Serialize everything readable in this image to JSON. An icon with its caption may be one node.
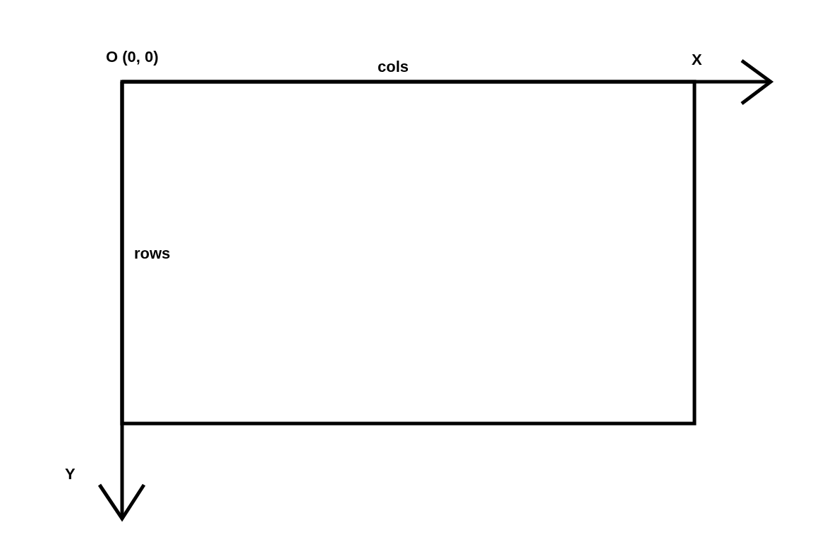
{
  "diagram": {
    "labels": [
      "O (0, 0)",
      "cols",
      "X",
      "rows",
      "Y"
    ]
  }
}
